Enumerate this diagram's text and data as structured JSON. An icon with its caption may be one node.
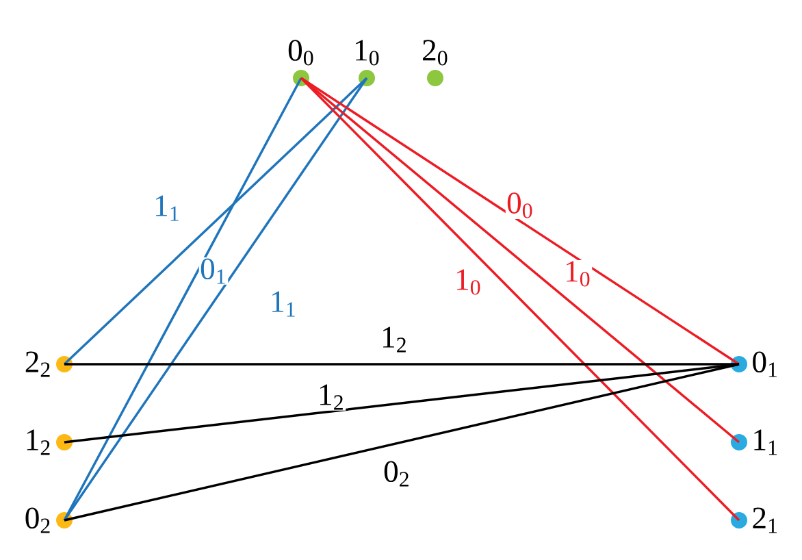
{
  "diagram": {
    "nodes": [
      {
        "text": [
          "0$_{0}$"
        ]
      },
      {
        "text": [
          "1$_{0}$"
        ]
      },
      {
        "text": [
          "2$_{0}$"
        ]
      },
      {
        "text": [
          "2$_{2}$"
        ]
      },
      {
        "text": [
          "0$_{1}$"
        ]
      },
      {
        "text": [
          "1$_{2}$"
        ]
      },
      {
        "text": [
          "1$_{1}$"
        ]
      },
      {
        "text": [
          "0$_{2}$"
        ]
      },
      {
        "text": [
          "2$_{1}$"
        ]
      }
    ],
    "edges": [
      {
        "from": 1,
        "to": 3,
        "arrow": "none",
        "label": "1$_{1}$",
        "color": "#1f75bc"
      },
      {
        "from": 0,
        "to": 7,
        "arrow": "none",
        "label": "0$_{1}$",
        "color": "#1f75bc"
      },
      {
        "from": 1,
        "to": 7,
        "arrow": "none",
        "label": "1$_{1}$",
        "color": "#1f75bc"
      },
      {
        "from": 0,
        "to": 4,
        "arrow": "none",
        "label": "0$_{0}$",
        "color": "#ed1c24"
      },
      {
        "from": 0,
        "to": 6,
        "arrow": "none",
        "label": "1$_{0}$",
        "color": "#ed1c24"
      },
      {
        "from": 0,
        "to": 8,
        "arrow": "none",
        "label": "1$_{0}$",
        "color": "#ed1c24"
      },
      {
        "from": 3,
        "to": 4,
        "arrow": "none",
        "label": "1$_{2}$",
        "color": "#000000"
      },
      {
        "from": 5,
        "to": 4,
        "arrow": "none",
        "label": "1$_{2}$",
        "color": "#000000"
      },
      {
        "from": 7,
        "to": 4,
        "arrow": "none",
        "label": "0$_{2}$",
        "color": "#000000"
      }
    ]
  }
}
